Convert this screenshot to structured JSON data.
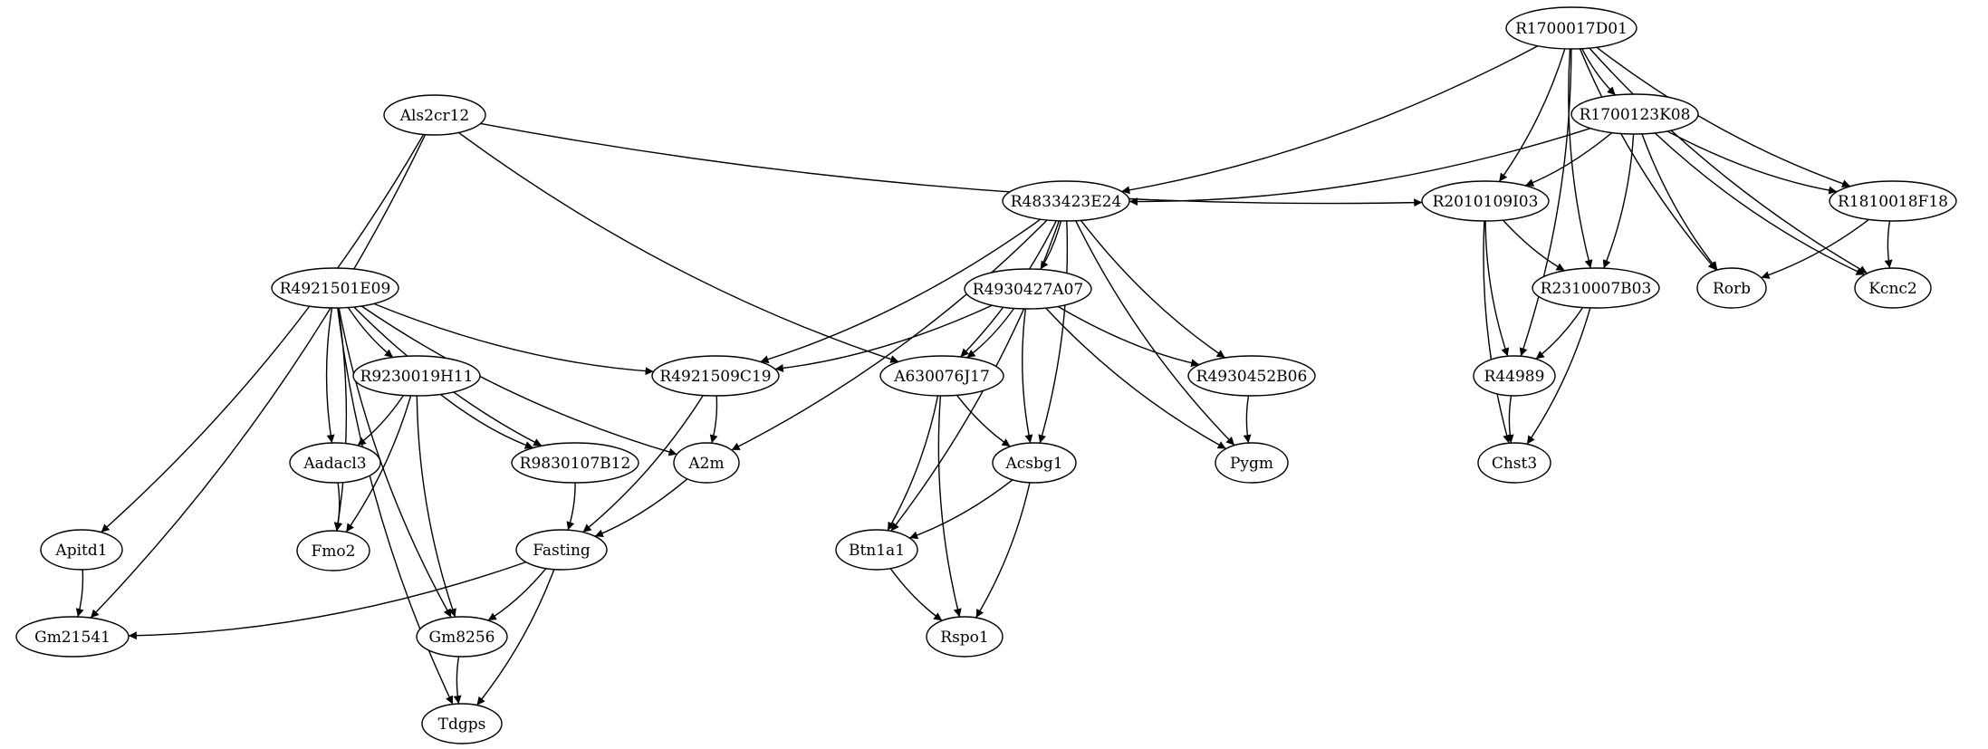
{
  "graph": {
    "type": "directed-graph",
    "nodes": [
      {
        "id": "R1700017D01",
        "label": "R1700017D01"
      },
      {
        "id": "R1700123K08",
        "label": "R1700123K08"
      },
      {
        "id": "Als2cr12",
        "label": "Als2cr12"
      },
      {
        "id": "R4833423E24",
        "label": "R4833423E24"
      },
      {
        "id": "R2010109I03",
        "label": "R2010109I03"
      },
      {
        "id": "R1810018F18",
        "label": "R1810018F18"
      },
      {
        "id": "R4921501E09",
        "label": "R4921501E09"
      },
      {
        "id": "R4930427A07",
        "label": "R4930427A07"
      },
      {
        "id": "R2310007B03",
        "label": "R2310007B03"
      },
      {
        "id": "Rorb",
        "label": "Rorb"
      },
      {
        "id": "Kcnc2",
        "label": "Kcnc2"
      },
      {
        "id": "R9230019H11",
        "label": "R9230019H11"
      },
      {
        "id": "R4921509C19",
        "label": "R4921509C19"
      },
      {
        "id": "A630076J17",
        "label": "A630076J17"
      },
      {
        "id": "R4930452B06",
        "label": "R4930452B06"
      },
      {
        "id": "R44989",
        "label": "R44989"
      },
      {
        "id": "Aadacl3",
        "label": "Aadacl3"
      },
      {
        "id": "R9830107B12",
        "label": "R9830107B12"
      },
      {
        "id": "A2m",
        "label": "A2m"
      },
      {
        "id": "Acsbg1",
        "label": "Acsbg1"
      },
      {
        "id": "Pygm",
        "label": "Pygm"
      },
      {
        "id": "Chst3",
        "label": "Chst3"
      },
      {
        "id": "Apitd1",
        "label": "Apitd1"
      },
      {
        "id": "Fmo2",
        "label": "Fmo2"
      },
      {
        "id": "Fasting",
        "label": "Fasting"
      },
      {
        "id": "Btn1a1",
        "label": "Btn1a1"
      },
      {
        "id": "Gm21541",
        "label": "Gm21541"
      },
      {
        "id": "Gm8256",
        "label": "Gm8256"
      },
      {
        "id": "Rspo1",
        "label": "Rspo1"
      },
      {
        "id": "Tdgps",
        "label": "Tdgps"
      }
    ],
    "edges": [
      {
        "from": "R1700017D01",
        "to": "R1700123K08"
      },
      {
        "from": "R1700017D01",
        "to": "R4833423E24"
      },
      {
        "from": "R1700017D01",
        "to": "R2010109I03"
      },
      {
        "from": "R1700017D01",
        "to": "R2310007B03"
      },
      {
        "from": "R1700017D01",
        "to": "R1810018F18"
      },
      {
        "from": "R1700017D01",
        "to": "Rorb"
      },
      {
        "from": "R1700017D01",
        "to": "Kcnc2"
      },
      {
        "from": "R1700017D01",
        "to": "R44989"
      },
      {
        "from": "R1700123K08",
        "to": "R4833423E24"
      },
      {
        "from": "R1700123K08",
        "to": "R2010109I03"
      },
      {
        "from": "R1700123K08",
        "to": "R1810018F18"
      },
      {
        "from": "R1700123K08",
        "to": "R2310007B03"
      },
      {
        "from": "R1700123K08",
        "to": "Rorb"
      },
      {
        "from": "R1700123K08",
        "to": "Kcnc2"
      },
      {
        "from": "Als2cr12",
        "to": "R2010109I03"
      },
      {
        "from": "Als2cr12",
        "to": "A630076J17"
      },
      {
        "from": "Als2cr12",
        "to": "Apitd1"
      },
      {
        "from": "Als2cr12",
        "to": "Gm21541"
      },
      {
        "from": "R1810018F18",
        "to": "Rorb"
      },
      {
        "from": "R1810018F18",
        "to": "Kcnc2"
      },
      {
        "from": "R2010109I03",
        "to": "R2310007B03"
      },
      {
        "from": "R2010109I03",
        "to": "R44989"
      },
      {
        "from": "R2010109I03",
        "to": "Chst3"
      },
      {
        "from": "R2310007B03",
        "to": "R44989"
      },
      {
        "from": "R2310007B03",
        "to": "Chst3"
      },
      {
        "from": "R44989",
        "to": "Chst3"
      },
      {
        "from": "R4833423E24",
        "to": "R4930427A07"
      },
      {
        "from": "R4833423E24",
        "to": "R4921509C19"
      },
      {
        "from": "R4833423E24",
        "to": "A630076J17"
      },
      {
        "from": "R4833423E24",
        "to": "R4930452B06"
      },
      {
        "from": "R4833423E24",
        "to": "Pygm"
      },
      {
        "from": "R4833423E24",
        "to": "Acsbg1"
      },
      {
        "from": "R4833423E24",
        "to": "A2m"
      },
      {
        "from": "R4833423E24",
        "to": "Btn1a1"
      },
      {
        "from": "R4930427A07",
        "to": "R4921509C19"
      },
      {
        "from": "R4930427A07",
        "to": "A630076J17"
      },
      {
        "from": "R4930427A07",
        "to": "Acsbg1"
      },
      {
        "from": "R4930427A07",
        "to": "R4930452B06"
      },
      {
        "from": "R4930427A07",
        "to": "Pygm"
      },
      {
        "from": "R4930452B06",
        "to": "Pygm"
      },
      {
        "from": "R4921501E09",
        "to": "R9230019H11"
      },
      {
        "from": "R4921501E09",
        "to": "R4921509C19"
      },
      {
        "from": "R4921501E09",
        "to": "Aadacl3"
      },
      {
        "from": "R4921501E09",
        "to": "R9830107B12"
      },
      {
        "from": "R4921501E09",
        "to": "A2m"
      },
      {
        "from": "R4921501E09",
        "to": "Fmo2"
      },
      {
        "from": "R4921501E09",
        "to": "Gm8256"
      },
      {
        "from": "R4921501E09",
        "to": "Tdgps"
      },
      {
        "from": "R9230019H11",
        "to": "Aadacl3"
      },
      {
        "from": "R9230019H11",
        "to": "R9830107B12"
      },
      {
        "from": "R9230019H11",
        "to": "Fmo2"
      },
      {
        "from": "R9230019H11",
        "to": "Gm8256"
      },
      {
        "from": "Aadacl3",
        "to": "Fmo2"
      },
      {
        "from": "R9830107B12",
        "to": "Fasting"
      },
      {
        "from": "R4921509C19",
        "to": "A2m"
      },
      {
        "from": "R4921509C19",
        "to": "Fasting"
      },
      {
        "from": "A2m",
        "to": "Fasting"
      },
      {
        "from": "A630076J17",
        "to": "Acsbg1"
      },
      {
        "from": "A630076J17",
        "to": "Btn1a1"
      },
      {
        "from": "A630076J17",
        "to": "Rspo1"
      },
      {
        "from": "Acsbg1",
        "to": "Btn1a1"
      },
      {
        "from": "Acsbg1",
        "to": "Rspo1"
      },
      {
        "from": "Btn1a1",
        "to": "Rspo1"
      },
      {
        "from": "Apitd1",
        "to": "Gm21541"
      },
      {
        "from": "Fasting",
        "to": "Gm21541"
      },
      {
        "from": "Fasting",
        "to": "Gm8256"
      },
      {
        "from": "Fasting",
        "to": "Tdgps"
      },
      {
        "from": "Gm8256",
        "to": "Tdgps"
      }
    ]
  }
}
